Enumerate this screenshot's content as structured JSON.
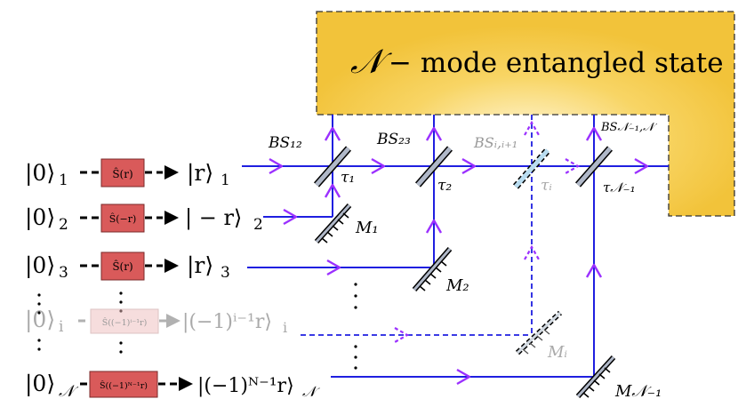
{
  "banner": {
    "symbol": "𝒩",
    "text": "− mode entangled state",
    "color_top": "#f1c232",
    "color_bottom": "#f6cc45"
  },
  "colors": {
    "beam": "#1f1fe0",
    "arrow": "#9b30ff",
    "squeezer": "#d95a5a",
    "squeezer_faded": "#eebcbc",
    "faded_text": "#b0b0b0"
  },
  "modes": [
    {
      "input": "|0⟩",
      "input_sub": "1",
      "op": "Ŝ(r)",
      "output": "|r⟩",
      "output_sub": "1",
      "faded": false
    },
    {
      "input": "|0⟩",
      "input_sub": "2",
      "op": "Ŝ(−r)",
      "output": "| − r⟩",
      "output_sub": "2",
      "faded": false
    },
    {
      "input": "|0⟩",
      "input_sub": "3",
      "op": "Ŝ(r)",
      "output": "|r⟩",
      "output_sub": "3",
      "faded": false
    },
    {
      "input": "|0⟩",
      "input_sub": "i",
      "op": "Ŝ((−1)ⁱ⁻¹r)",
      "output": "|(−1)ⁱ⁻¹r⟩",
      "output_sub": "i",
      "faded": true
    },
    {
      "input": "|0⟩",
      "input_sub": "𝒩",
      "op": "Ŝ((−1)ᴺ⁻¹r)",
      "output": "|(−1)ᴺ⁻¹r⟩",
      "output_sub": "𝒩",
      "faded": false
    }
  ],
  "beamsplitters": [
    {
      "bs": "BS₁₂",
      "tau": "τ₁",
      "faded": false
    },
    {
      "bs": "BS₂₃",
      "tau": "τ₂",
      "faded": false
    },
    {
      "bs": "BSᵢ,ᵢ₊₁",
      "tau": "τᵢ",
      "faded": true
    },
    {
      "bs": "BS𝒩₋₁,𝒩",
      "tau": "τ𝒩₋₁",
      "faded": false
    }
  ],
  "mirrors": [
    {
      "label": "M₁",
      "faded": false
    },
    {
      "label": "M₂",
      "faded": false
    },
    {
      "label": "Mᵢ",
      "faded": true
    },
    {
      "label": "M𝒩₋₁",
      "faded": false
    }
  ]
}
